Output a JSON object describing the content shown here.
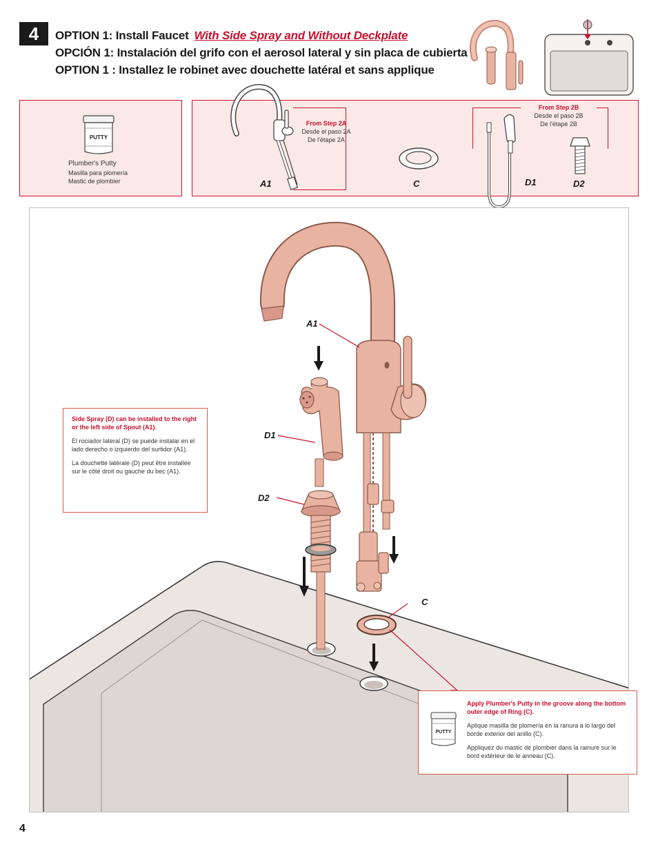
{
  "step_number": "4",
  "title": {
    "en_prefix": "OPTION 1:  Install Faucet",
    "en_emphasis": "With Side Spray and Without Deckplate",
    "es": "OPCIÓN 1:  Instalación del grifo con el aerosol lateral y sin placa de cubierta",
    "fr": "OPTION 1 : Installez le robinet avec douchette latéral et sans applique"
  },
  "putty_panel": {
    "jar_label": "PUTTY",
    "name_en": "Plumber's Putty",
    "name_es": "Masilla para plomería",
    "name_fr": "Mastic de plombier"
  },
  "parts_panel": {
    "from_step_2a": {
      "en": "From Step 2A",
      "es": "Desde el paso 2A",
      "fr": "De l'étape 2A"
    },
    "from_step_2b": {
      "en": "From Step 2B",
      "es": "Desde el paso 2B",
      "fr": "De l'étape 2B"
    },
    "labels": {
      "a1": "A1",
      "c": "C",
      "d1": "D1",
      "d2": "D2"
    }
  },
  "diagram_labels": {
    "a1": "A1",
    "d1": "D1",
    "d2": "D2",
    "c": "C"
  },
  "side_spray_note": {
    "en": "Side Spray (D) can be installed to the right or the left side of Spout (A1).",
    "es": "El  rociador lateral (D) se puede instalar en el lado derecho o izquierdo del surtidor (A1).",
    "fr": "La douchette latérale (D) peut être installée sur le côté droit ou gauche du bec (A1)."
  },
  "putty_note": {
    "jar_label": "PUTTY",
    "en": "Apply Plumber's Putty in the groove along the bottom outer edge of Ring (C).",
    "es": "Aplique masilla de plomería en la ranura a lo largo del borde exterior del anillo (C).",
    "fr": "Appliquez du mastic de plombier dans la rainure sur le bord extérieur de le anneau (C)."
  },
  "page_number": "4",
  "colors": {
    "accent": "#c8102e",
    "copper": "#e8b3a0",
    "panel_bg": "#fbe9e7",
    "sink": "#ece6e3"
  }
}
